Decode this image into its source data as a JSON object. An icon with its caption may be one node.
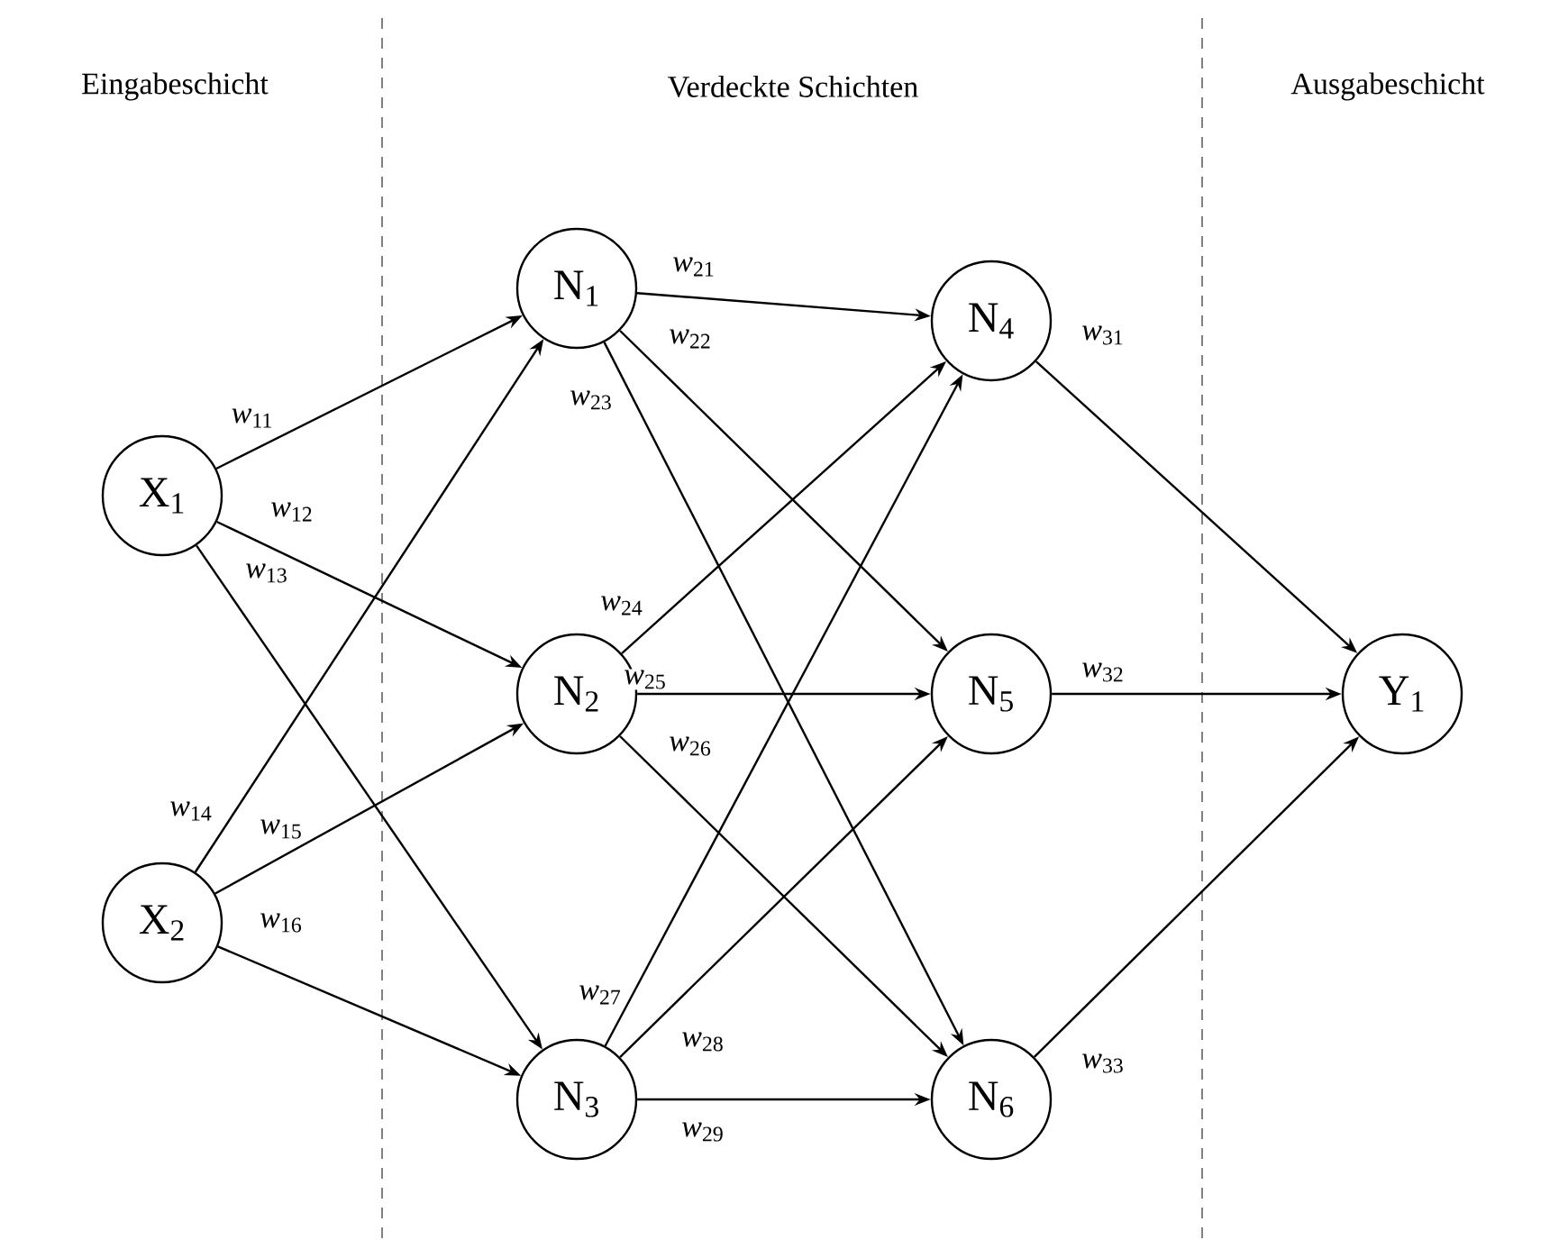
{
  "diagram": {
    "nodes": [
      {
        "text": [
          "X$_{1}$"
        ]
      },
      {
        "text": [
          "X$_{2}$"
        ]
      },
      {
        "text": [
          "N$_{1}$"
        ]
      },
      {
        "text": [
          "N$_{2}$"
        ]
      },
      {
        "text": [
          "N$_{3}$"
        ]
      },
      {
        "text": [
          "N$_{4}$"
        ]
      },
      {
        "text": [
          "N$_{5}$"
        ]
      },
      {
        "text": [
          "N$_{6}$"
        ]
      },
      {
        "text": [
          "Y$_{1}$"
        ]
      }
    ],
    "edges": [
      {
        "from": 0,
        "to": 2,
        "arrow": "to",
        "label": "*w*$_{11}$"
      },
      {
        "from": 0,
        "to": 3,
        "arrow": "to",
        "label": "*w*$_{12}$"
      },
      {
        "from": 0,
        "to": 4,
        "arrow": "to",
        "label": "*w*$_{13}$"
      },
      {
        "from": 1,
        "to": 2,
        "arrow": "to",
        "label": "*w*$_{14}$"
      },
      {
        "from": 1,
        "to": 3,
        "arrow": "to",
        "label": "*w*$_{15}$"
      },
      {
        "from": 1,
        "to": 4,
        "arrow": "to",
        "label": "*w*$_{16}$"
      },
      {
        "from": 2,
        "to": 5,
        "arrow": "to",
        "label": "*w*$_{21}$"
      },
      {
        "from": 2,
        "to": 6,
        "arrow": "to",
        "label": "*w*$_{22}$"
      },
      {
        "from": 2,
        "to": 7,
        "arrow": "to",
        "label": "*w*$_{23}$"
      },
      {
        "from": 3,
        "to": 5,
        "arrow": "to",
        "label": "*w*$_{24}$"
      },
      {
        "from": 3,
        "to": 6,
        "arrow": "to",
        "label": "*w*$_{25}$"
      },
      {
        "from": 3,
        "to": 7,
        "arrow": "to",
        "label": "*w*$_{26}$"
      },
      {
        "from": 4,
        "to": 5,
        "arrow": "to",
        "label": "*w*$_{27}$"
      },
      {
        "from": 4,
        "to": 6,
        "arrow": "to",
        "label": "*w*$_{28}$"
      },
      {
        "from": 4,
        "to": 7,
        "arrow": "to",
        "label": "*w*$_{29}$"
      },
      {
        "from": 5,
        "to": 8,
        "arrow": "to",
        "label": "*w*$_{31}$"
      },
      {
        "from": 6,
        "to": 8,
        "arrow": "to",
        "label": "*w*$_{32}$"
      },
      {
        "from": 7,
        "to": 8,
        "arrow": "to",
        "label": "*w*$_{33}$"
      }
    ],
    "labels": [
      "Eingabeschicht",
      "Verdeckte Schichten",
      "Ausgabeschicht"
    ]
  }
}
